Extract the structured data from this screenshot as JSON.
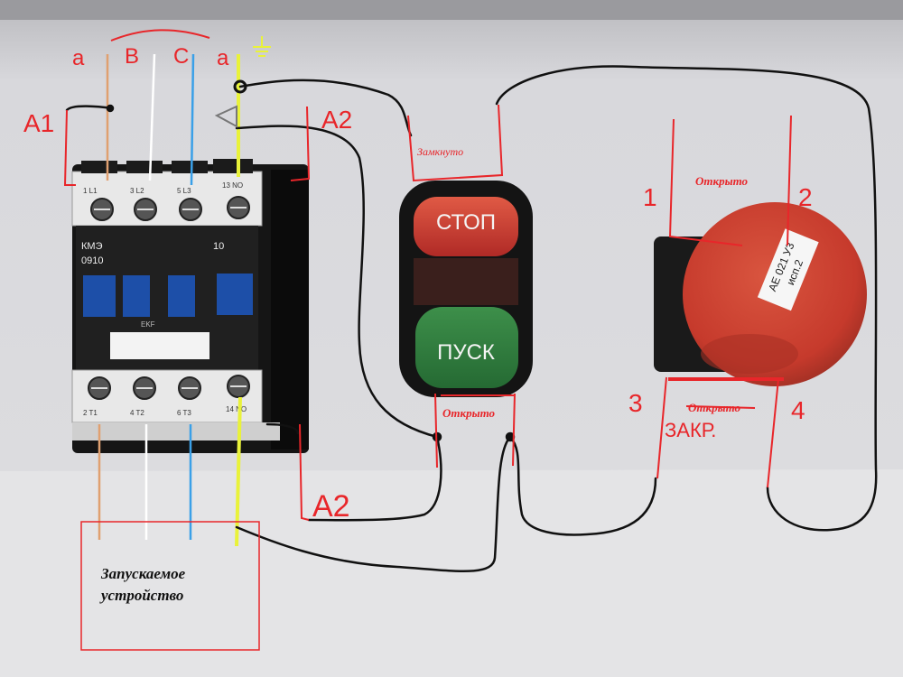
{
  "phases": {
    "a1": "a",
    "b": "B",
    "c": "C",
    "a2": "a",
    "ground_icon": "ground-icon"
  },
  "labels": {
    "a1": "A1",
    "a2_top": "A2",
    "a2_bottom": "A2",
    "zamknuto": "Замкнуто",
    "otkryto_start": "Открыто",
    "otkryto_emerg": "Открыто",
    "otkryto_struck": "Открыто",
    "zakr": "ЗАКР.",
    "n1": "1",
    "n2": "2",
    "n3": "3",
    "n4": "4"
  },
  "contactor": {
    "model_line1": "КМЭ",
    "model_line2": "0910",
    "aux_code": "10",
    "brand": "EKF",
    "top_terminals": [
      "1 L1",
      "3 L2",
      "5 L3",
      "13 NO"
    ],
    "bottom_terminals": [
      "2 T1",
      "4 T2",
      "6 T3",
      "14 NO"
    ]
  },
  "pushbutton": {
    "stop_label": "СТОП",
    "start_label": "ПУСК"
  },
  "emergency": {
    "sticker_line1": "АЕ 021 У3",
    "sticker_line2": "исп.2"
  },
  "device": {
    "line1": "Запускаемое",
    "line2": "устройство"
  },
  "colors": {
    "marker_red": "#e8262a",
    "wire_black": "#111111",
    "wire_orange": "#e0a070",
    "wire_blue": "#3aa0e8",
    "wire_yellow": "#e9f23a",
    "stop_red": "#c8322e",
    "start_green": "#2f7a3c",
    "mushroom_red": "#c63a2c"
  }
}
